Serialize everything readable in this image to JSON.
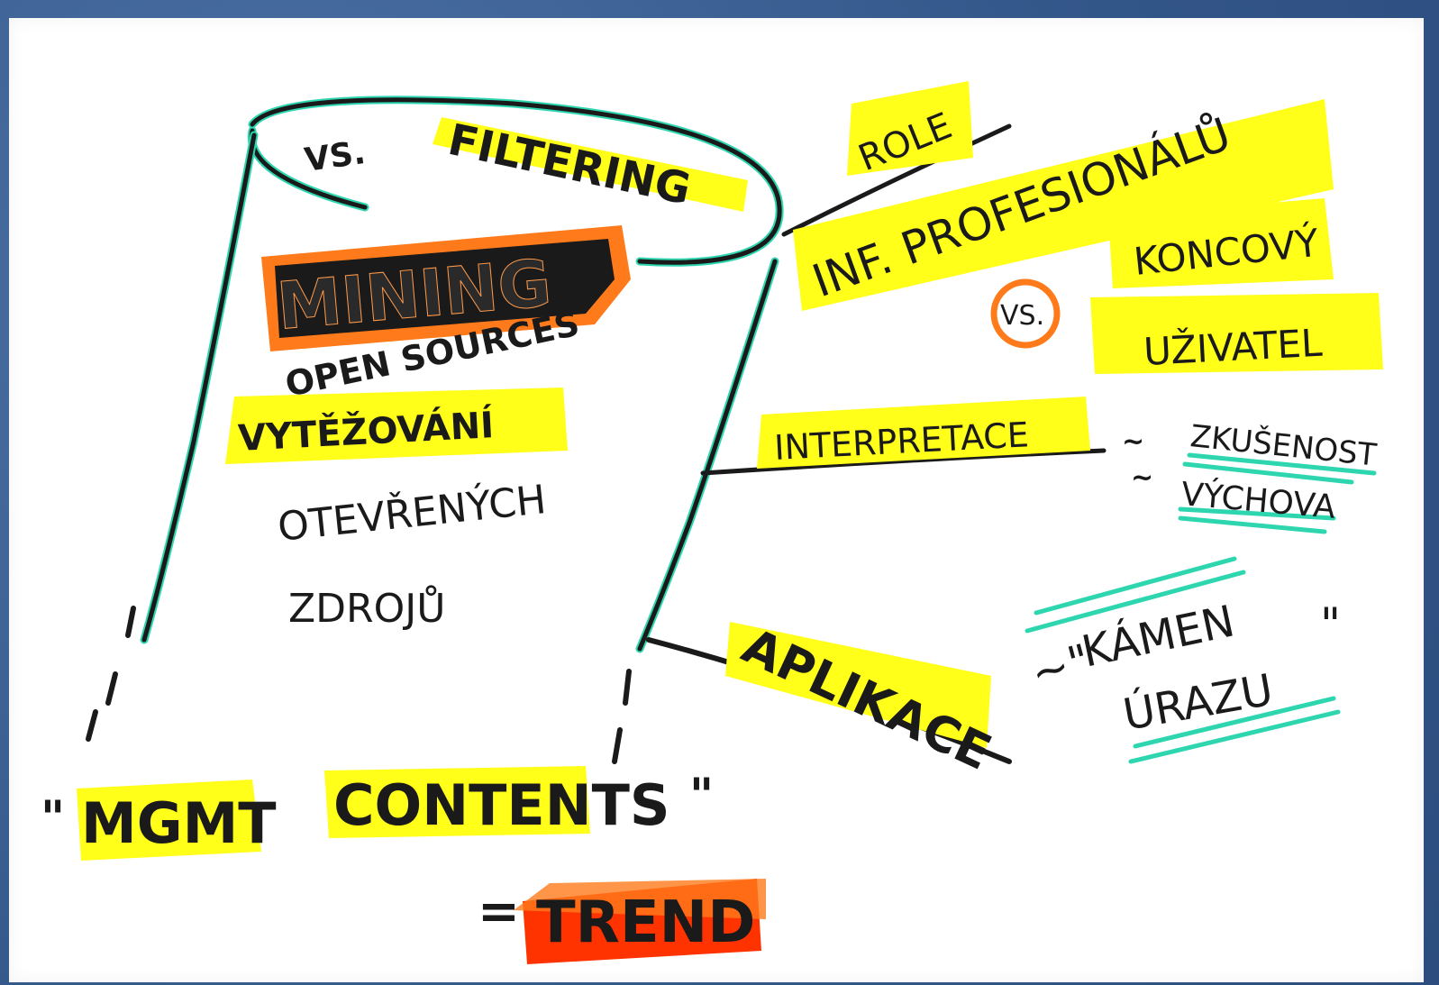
{
  "diagram": {
    "cylinder_top": {
      "vs": "VS.",
      "filtering": "FILTERING"
    },
    "mining": "MINING",
    "open_sources": "OPEN SOURCES",
    "vytezovani": "VYTĚŽOVÁNÍ",
    "otevrenych": "OTEVŘENÝCH",
    "zdroju": "ZDROJŮ",
    "role": "ROLE",
    "inf_profesionalu": "INF. PROFESIONÁLŮ",
    "vs_circle": "VS.",
    "koncovy": "KONCOVÝ",
    "uzivatel": "UŽIVATEL",
    "interpretace": "INTERPRETACE",
    "tilde1": "~",
    "tilde2": "~",
    "zkusenost": "ZKUŠENOST",
    "vychova": "VÝCHOVA",
    "aplikace": "APLIKACE",
    "kamen_prefix": "~\"",
    "kamen": "KÁMEN",
    "kamen_suffix": "\"",
    "urazu": "ÚRAZU",
    "mgmt_quote_open": "\"",
    "mgmt": "MGMT",
    "contents": "CONTENTS",
    "mgmt_quote_close": "\"",
    "equals": "=",
    "trend": "TREND"
  },
  "colors": {
    "highlight_yellow": "#ffff1a",
    "marker_teal": "#2ed6b0",
    "marker_orange": "#ff7a1a",
    "marker_red": "#ff3300",
    "ink": "#1a1a1a",
    "background_blue": "#3d5f8f"
  }
}
